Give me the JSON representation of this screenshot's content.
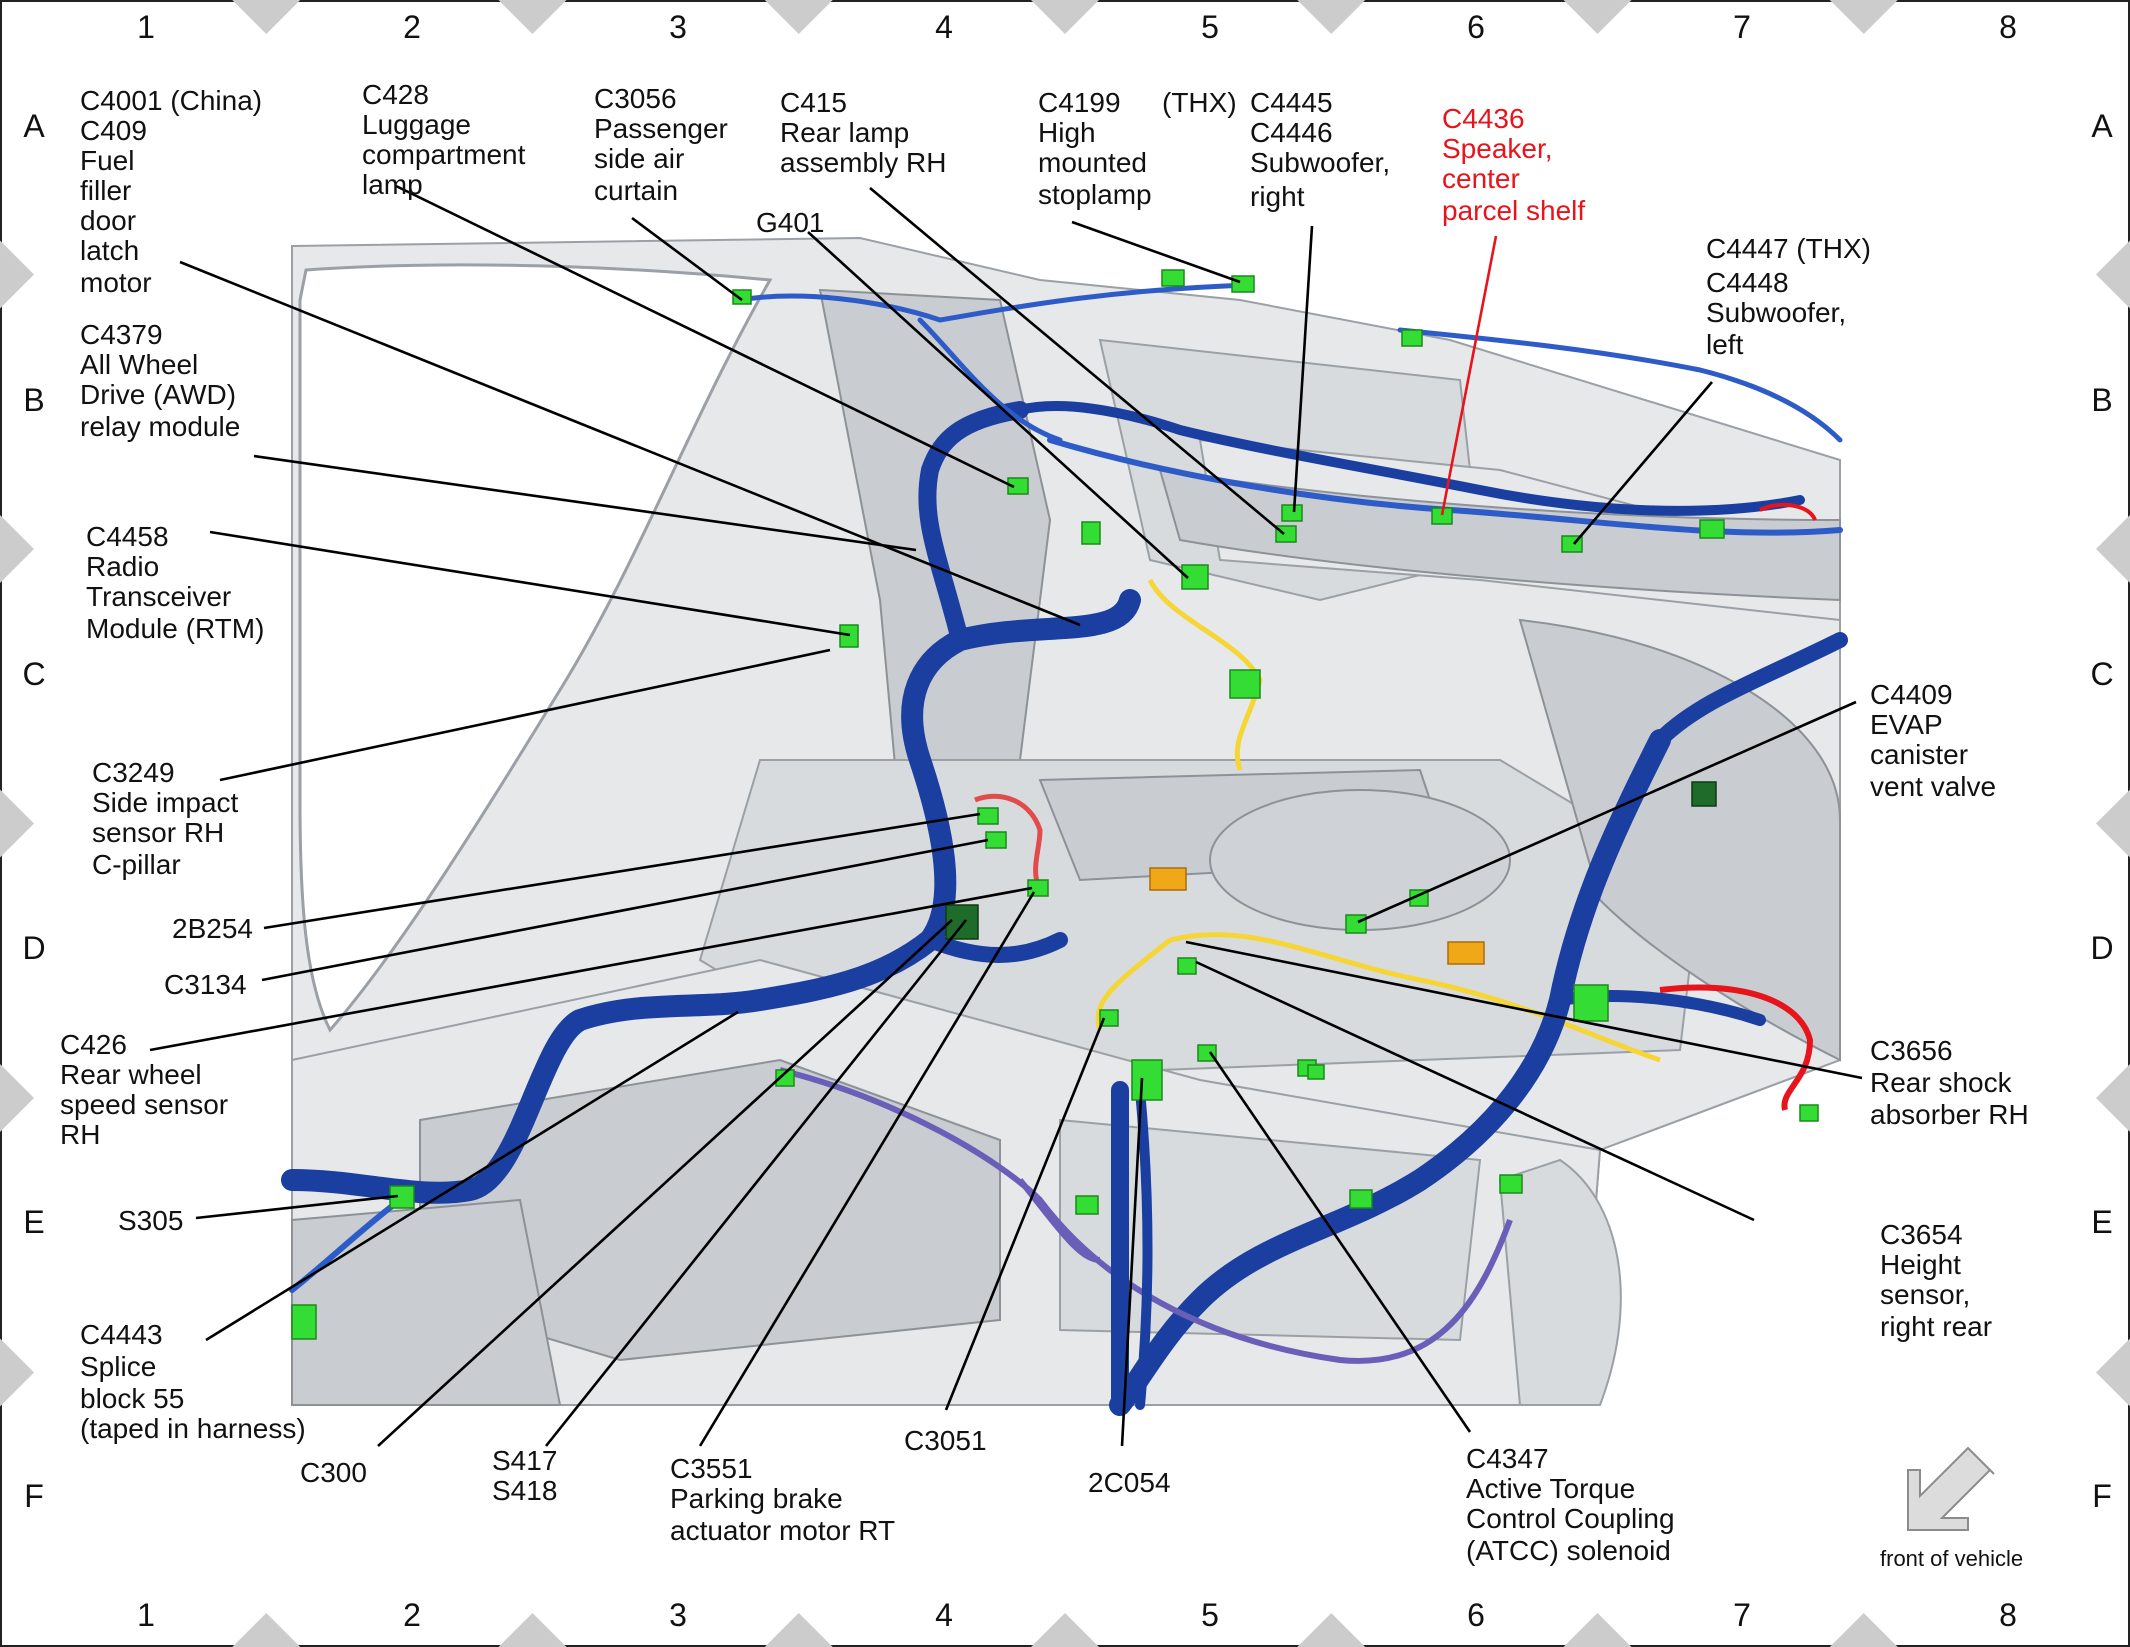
{
  "grid": {
    "columns": [
      "1",
      "2",
      "3",
      "4",
      "5",
      "6",
      "7",
      "8"
    ],
    "rows": [
      "A",
      "B",
      "C",
      "D",
      "E",
      "F"
    ]
  },
  "labels": {
    "c4001": [
      "C4001 (China)",
      "C409",
      "Fuel",
      "filler",
      "door",
      "latch",
      "motor"
    ],
    "c428": [
      "C428",
      "Luggage",
      "compartment",
      "lamp"
    ],
    "c3056": [
      "C3056",
      "Passenger",
      "side air",
      "curtain"
    ],
    "c415": [
      "C415",
      "Rear lamp",
      "assembly RH"
    ],
    "g401": [
      "G401"
    ],
    "c4199": [
      "C4199",
      "High",
      "mounted",
      "stoplamp"
    ],
    "thx1": [
      "(THX)"
    ],
    "c4445": [
      "C4445",
      "C4446",
      "Subwoofer,",
      "right"
    ],
    "c4436": [
      "C4436",
      "Speaker,",
      "center",
      "parcel shelf"
    ],
    "c4447": [
      "C4447 (THX)",
      "C4448",
      "Subwoofer,",
      "left"
    ],
    "c4379": [
      "C4379",
      "All Wheel",
      "Drive (AWD)",
      "relay module"
    ],
    "c4458": [
      "C4458",
      "Radio",
      "Transceiver",
      "Module (RTM)"
    ],
    "c3249": [
      "C3249",
      "Side impact",
      "sensor RH",
      "C-pillar"
    ],
    "c2b254": [
      "2B254"
    ],
    "c3134": [
      "C3134"
    ],
    "c426": [
      "C426",
      "Rear wheel",
      "speed sensor",
      "RH"
    ],
    "s305": [
      "S305"
    ],
    "c4443": [
      "C4443",
      "Splice",
      "block 55",
      "(taped in harness)"
    ],
    "c300": [
      "C300"
    ],
    "s417": [
      "S417",
      "S418"
    ],
    "c3551": [
      "C3551",
      "Parking brake",
      "actuator motor RT"
    ],
    "c3051": [
      "C3051"
    ],
    "c2c054": [
      "2C054"
    ],
    "c4347": [
      "C4347",
      "Active Torque",
      "Control Coupling",
      "(ATCC) solenoid"
    ],
    "c4409": [
      "C4409",
      "EVAP",
      "canister",
      "vent valve"
    ],
    "c3656": [
      "C3656",
      "Rear shock",
      "absorber RH"
    ],
    "c3654": [
      "C3654",
      "Height",
      "sensor,",
      "right rear"
    ]
  },
  "footer": {
    "front_of_vehicle": "front of vehicle"
  },
  "colors": {
    "harness": "#1a3fa0",
    "connector": "#33dd33",
    "highlight": "#e8141c",
    "border_tab": "#cccccc"
  }
}
